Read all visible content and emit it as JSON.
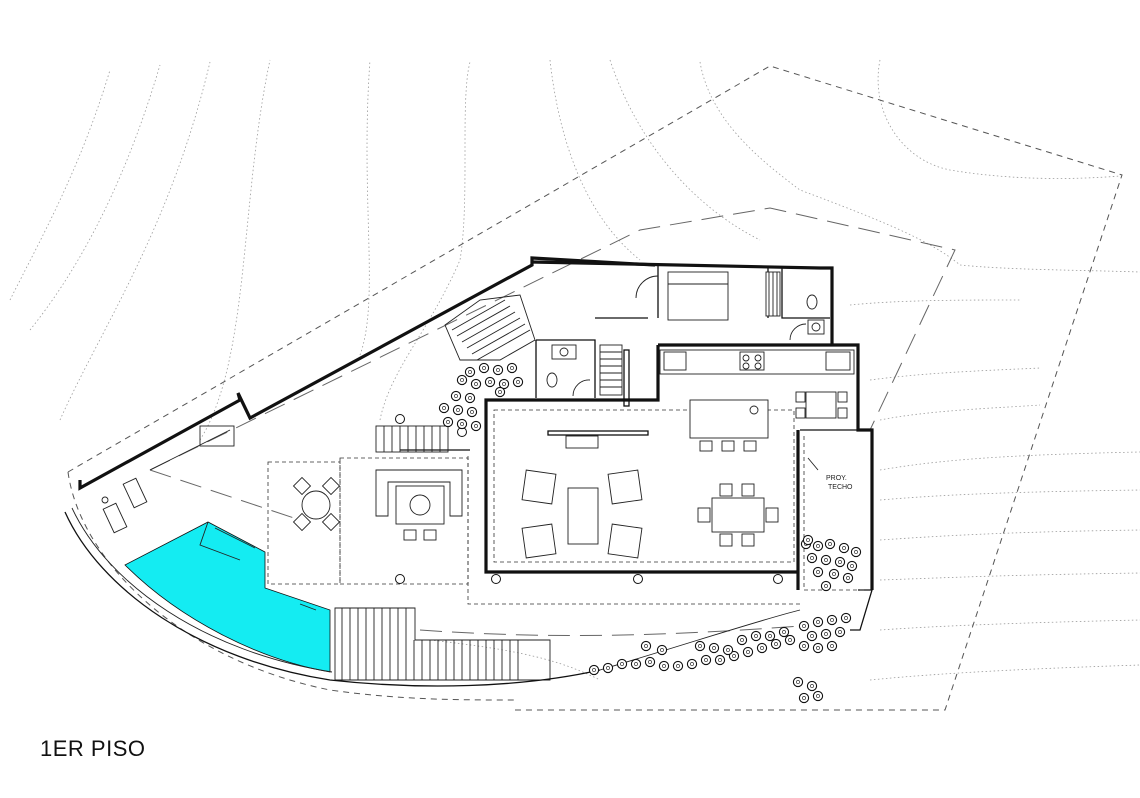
{
  "drawing": {
    "title": "1ER PISO",
    "annotation_roof_projection_line1": "PROY.",
    "annotation_roof_projection_line2": "TECHO"
  },
  "colors": {
    "pool": "#14ecf2",
    "walls": "#111111",
    "contours": "#9a9a9a",
    "background": "#ffffff"
  }
}
